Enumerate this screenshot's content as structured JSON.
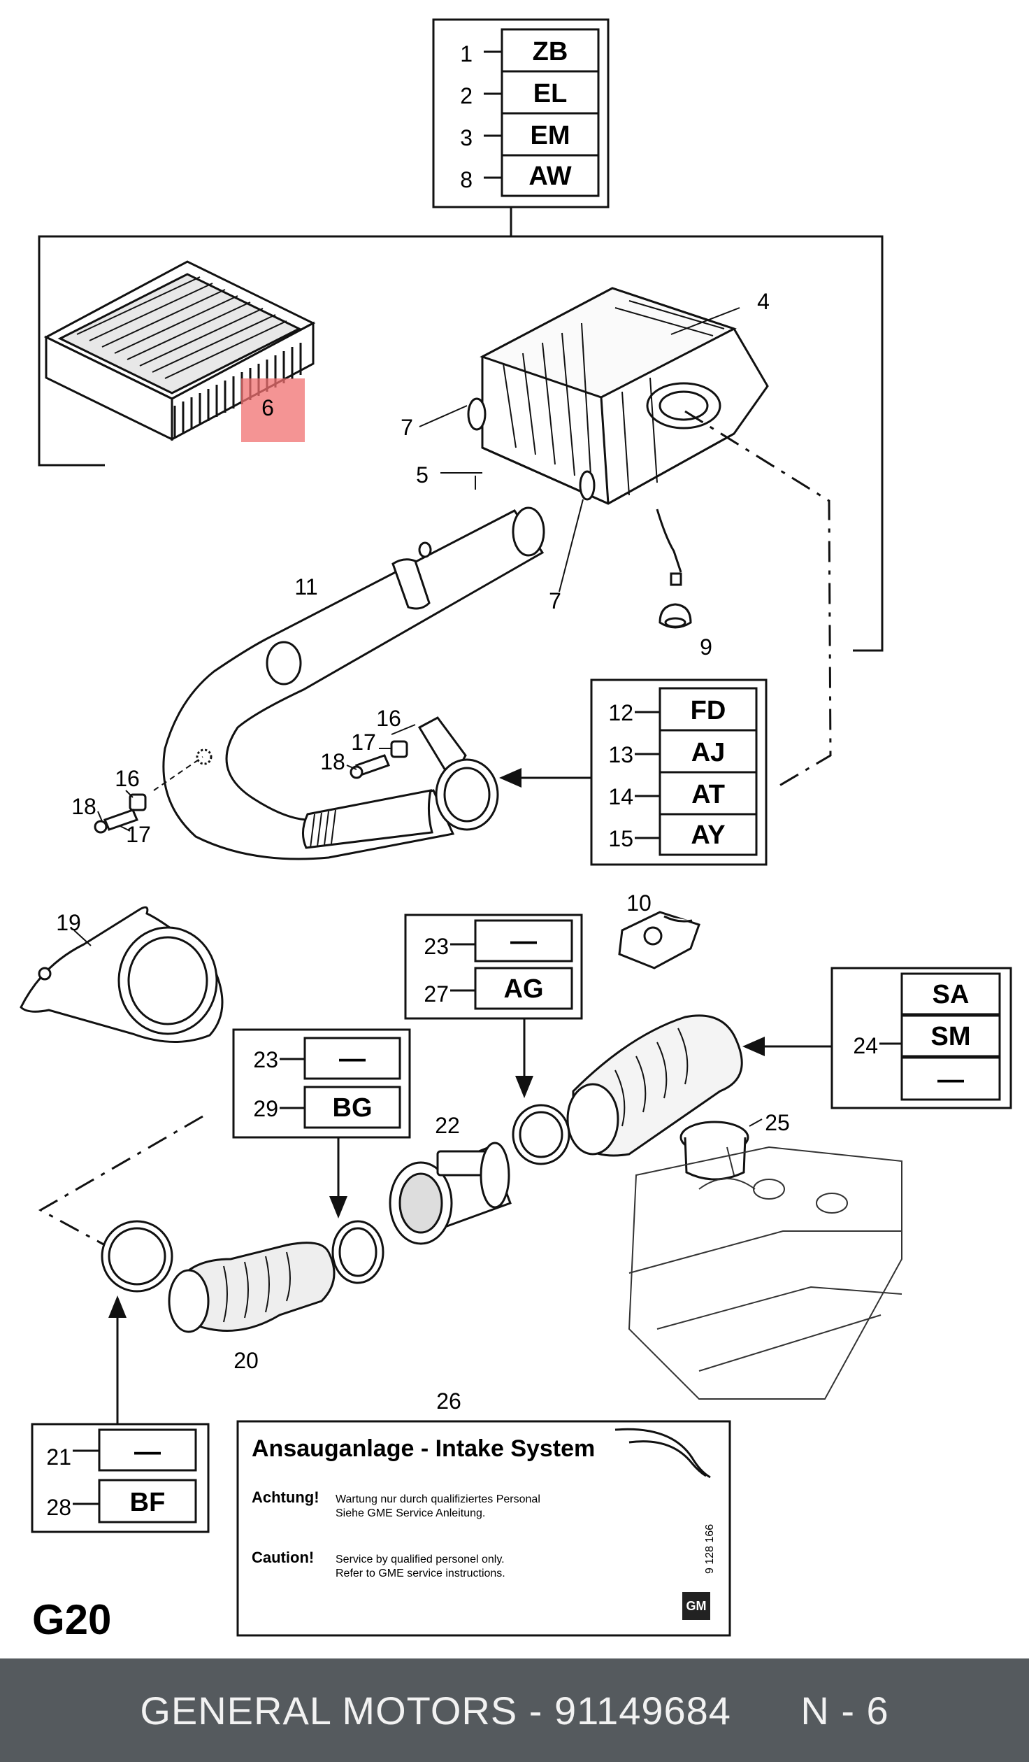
{
  "page_code": "G20",
  "footer": {
    "brand": "GENERAL MOTORS",
    "separator": " - ",
    "part_number": "91149684",
    "page_ref": "N - 6"
  },
  "highlight_color": "#f07070",
  "code_boxes": [
    {
      "rows": [
        {
          "num": "1",
          "code": "ZB"
        },
        {
          "num": "2",
          "code": "EL"
        },
        {
          "num": "3",
          "code": "EM"
        },
        {
          "num": "8",
          "code": "AW"
        }
      ]
    },
    {
      "rows": [
        {
          "num": "12",
          "code": "FD"
        },
        {
          "num": "13",
          "code": "AJ"
        },
        {
          "num": "14",
          "code": "AT"
        },
        {
          "num": "15",
          "code": "AY"
        }
      ]
    },
    {
      "rows": [
        {
          "num": "23",
          "code": "—"
        },
        {
          "num": "27",
          "code": "AG"
        }
      ]
    },
    {
      "rows": [
        {
          "num": "24",
          "code": "SA"
        },
        {
          "num": "",
          "code": "SM"
        },
        {
          "num": "",
          "code": "—"
        }
      ]
    },
    {
      "rows": [
        {
          "num": "23",
          "code": "—"
        },
        {
          "num": "29",
          "code": "BG"
        }
      ]
    },
    {
      "rows": [
        {
          "num": "21",
          "code": "—"
        },
        {
          "num": "28",
          "code": "BF"
        }
      ]
    }
  ],
  "callouts": {
    "c4": "4",
    "c5": "5",
    "c6": "6",
    "c7a": "7",
    "c7b": "7",
    "c9": "9",
    "c10": "10",
    "c11": "11",
    "c16a": "16",
    "c17a": "17",
    "c18a": "18",
    "c16b": "16",
    "c17b": "17",
    "c18b": "18",
    "c19": "19",
    "c20": "20",
    "c22": "22",
    "c25": "25",
    "c26": "26"
  },
  "label": {
    "title": "Ansauganlage - Intake System",
    "achtung_head": "Achtung!",
    "achtung_line1": "Wartung nur durch qualifiziertes Personal",
    "achtung_line2": "Siehe GME Service Anleitung.",
    "caution_head": "Caution!",
    "caution_line1": "Service by qualified personel only.",
    "caution_line2": "Refer to GME service instructions.",
    "side_number": "9 128 166",
    "logo": "GM"
  }
}
